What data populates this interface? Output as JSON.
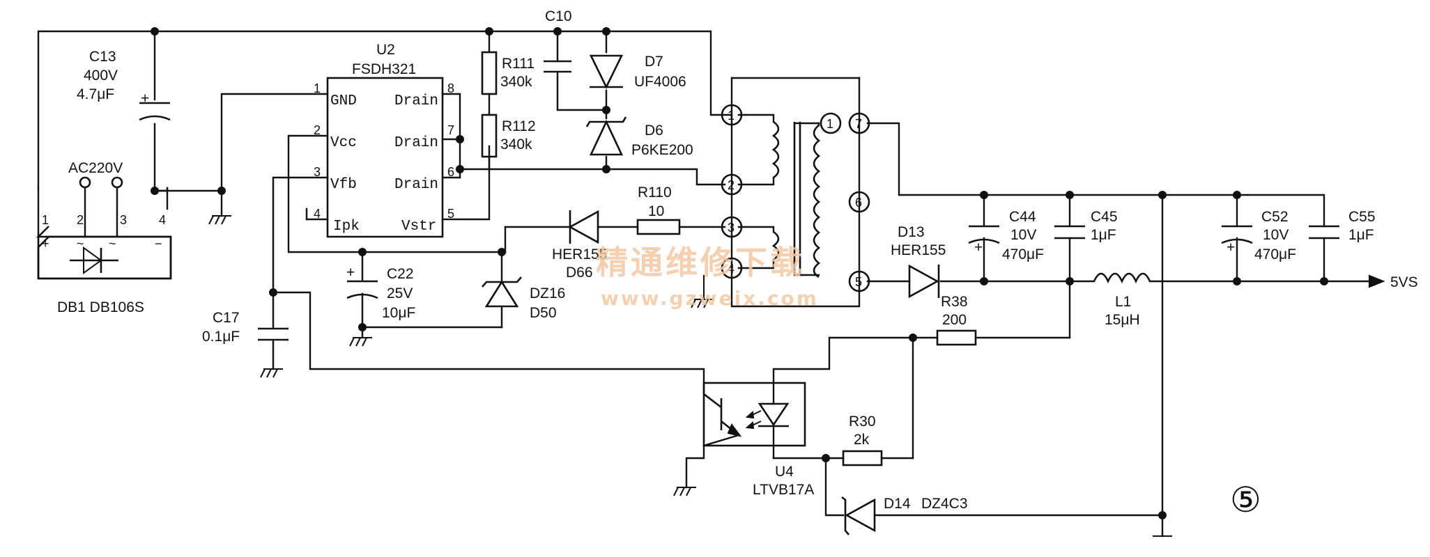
{
  "components": {
    "db1": {
      "ref": "DB1 DB106S",
      "pins": [
        "1",
        "2",
        "3",
        "4"
      ],
      "plus": "+",
      "minus": "−",
      "tilde": "~"
    },
    "ac_input": {
      "label": "AC220V"
    },
    "c13": {
      "ref": "C13",
      "voltage": "400V",
      "value": "4.7μF"
    },
    "u2": {
      "ref": "U2",
      "part": "FSDH321",
      "left_pins": [
        {
          "num": "1",
          "name": "GND"
        },
        {
          "num": "2",
          "name": "Vcc"
        },
        {
          "num": "3",
          "name": "Vfb"
        },
        {
          "num": "4",
          "name": "Ipk"
        }
      ],
      "right_pins": [
        {
          "num": "8",
          "name": "Drain"
        },
        {
          "num": "7",
          "name": "Drain"
        },
        {
          "num": "6",
          "name": "Drain"
        },
        {
          "num": "5",
          "name": "Vstr"
        }
      ]
    },
    "r111": {
      "ref": "R111",
      "value": "340k"
    },
    "r112": {
      "ref": "R112",
      "value": "340k"
    },
    "c10": {
      "ref": "C10"
    },
    "d7": {
      "ref": "D7",
      "part": "UF4006"
    },
    "d6": {
      "ref": "D6",
      "part": "P6KE200"
    },
    "r110": {
      "ref": "R110",
      "value": "10"
    },
    "d66": {
      "part": "HER155",
      "ref": "D66"
    },
    "dz16": {
      "ref": "DZ16",
      "part": "D50"
    },
    "c22": {
      "ref": "C22",
      "voltage": "25V",
      "value": "10μF"
    },
    "c17": {
      "ref": "C17",
      "value": "0.1μF"
    },
    "transformer": {
      "primary_pins": [
        "1",
        "2",
        "3",
        "4"
      ],
      "secondary_pins": [
        "1",
        "7",
        "6",
        "5"
      ]
    },
    "d13": {
      "ref": "D13",
      "part": "HER155"
    },
    "c44": {
      "ref": "C44",
      "voltage": "10V",
      "value": "470μF"
    },
    "c45": {
      "ref": "C45",
      "value": "1μF"
    },
    "l1": {
      "ref": "L1",
      "value": "15μH"
    },
    "c52": {
      "ref": "C52",
      "voltage": "10V",
      "value": "470μF"
    },
    "c55": {
      "ref": "C55",
      "value": "1μF"
    },
    "output": {
      "label": "5VS"
    },
    "r38": {
      "ref": "R38",
      "value": "200"
    },
    "r30": {
      "ref": "R30",
      "value": "2k"
    },
    "u4": {
      "ref": "U4",
      "part": "LTVB17A"
    },
    "d14": {
      "ref": "D14",
      "part": "DZ4C3"
    }
  },
  "figure_number": "⑤",
  "watermark": {
    "line1": "精通维修下载",
    "line2": "www.gzweix.com"
  },
  "colors": {
    "ink": "#111111",
    "watermark": "#f3c8a4",
    "background": "#ffffff"
  }
}
